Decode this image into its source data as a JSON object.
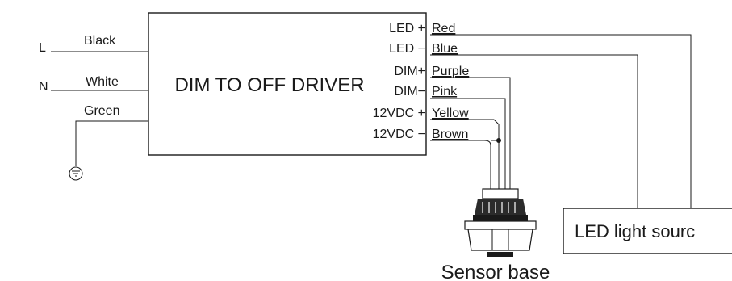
{
  "driver": {
    "title": "DIM TO OFF DRIVER"
  },
  "inputs": {
    "line": {
      "terminal": "L",
      "color": "Black"
    },
    "neutral": {
      "terminal": "N",
      "color": "White"
    },
    "ground": {
      "color": "Green"
    }
  },
  "outputs": [
    {
      "terminal": "LED +",
      "color": "Red"
    },
    {
      "terminal": "LED −",
      "color": "Blue"
    },
    {
      "terminal": "DIM+",
      "color": "Purple"
    },
    {
      "terminal": "DIM−",
      "color": "Pink"
    },
    {
      "terminal": "12VDC +",
      "color": "Yellow"
    },
    {
      "terminal": "12VDC −",
      "color": "Brown"
    }
  ],
  "light_source": {
    "label": "LED light sourc"
  },
  "sensor": {
    "label": "Sensor base"
  }
}
